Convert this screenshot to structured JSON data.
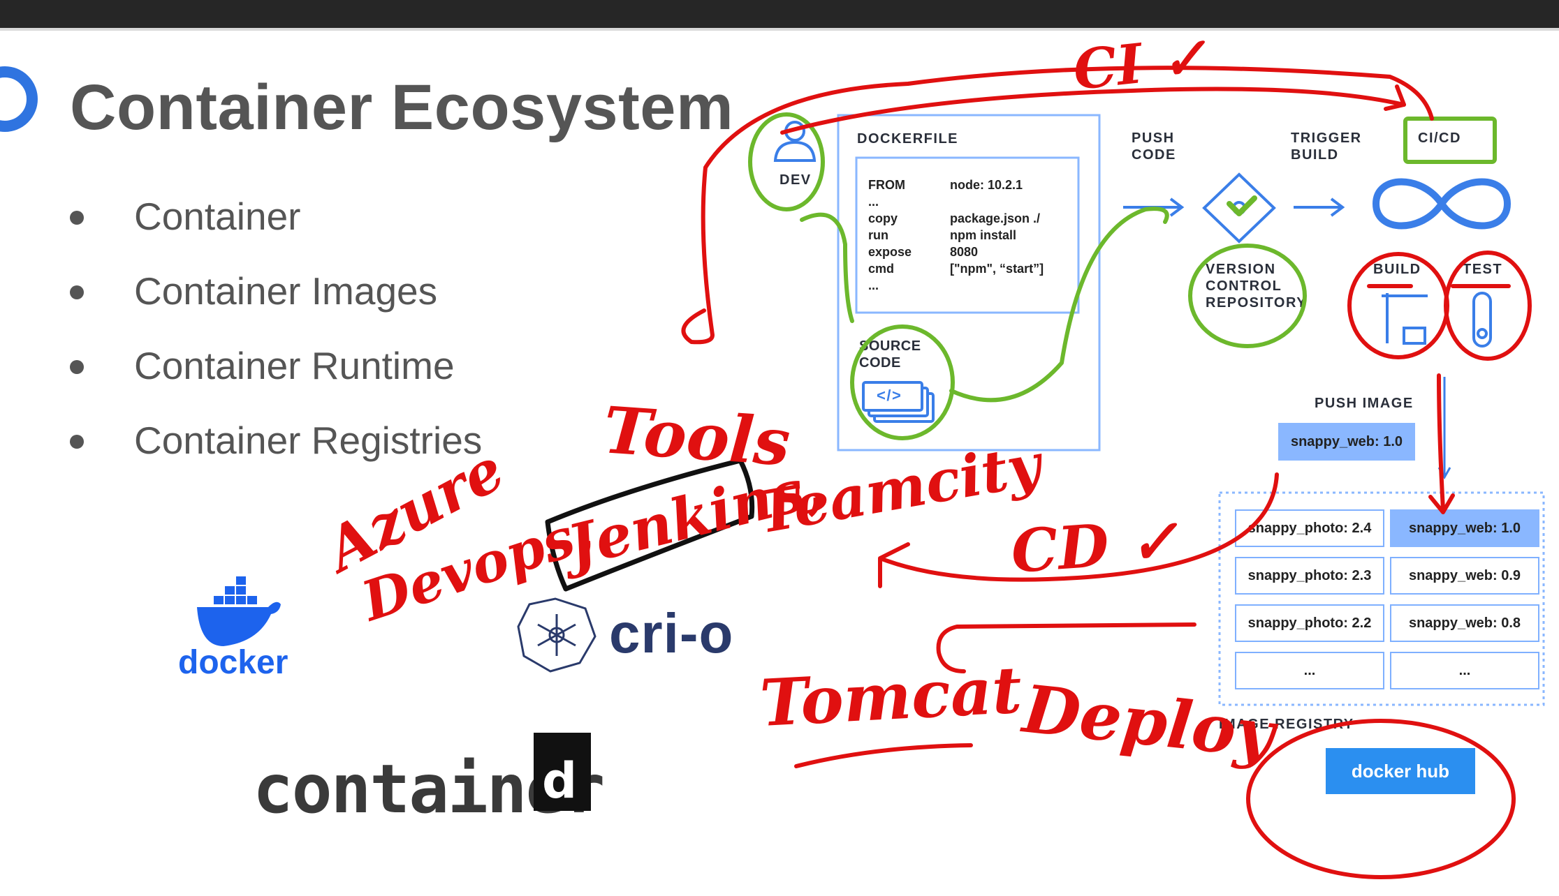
{
  "slide": {
    "title": "Container Ecosystem",
    "bullets": [
      "Container",
      "Container Images",
      "Container Runtime",
      "Container Registries"
    ]
  },
  "logos": {
    "docker": "docker",
    "crio": "cri-o",
    "containerd_main": "container",
    "containerd_box": "d"
  },
  "diagram": {
    "dev": "DEV",
    "dockerfile_title": "DOCKERFILE",
    "dockerfile_left": [
      "FROM",
      "...",
      "copy",
      "run",
      "expose",
      "cmd",
      "..."
    ],
    "dockerfile_right": [
      "node: 10.2.1",
      "",
      "package.json ./",
      "npm install",
      "8080",
      "[\"npm\", “start”]"
    ],
    "source_code": [
      "SOURCE",
      "CODE"
    ],
    "code_icon": "</>",
    "push_code": [
      "PUSH",
      "CODE"
    ],
    "trigger_build": [
      "TRIGGER",
      "BUILD"
    ],
    "cicd": "CI/CD",
    "vcs": [
      "VERSION",
      "CONTROL",
      "REPOSITORY"
    ],
    "build": "BUILD",
    "test": "TEST",
    "push_image": "PUSH IMAGE",
    "pushed_tag": "snappy_web: 1.0",
    "registry_tags": [
      [
        "snappy_photo: 2.4",
        "snappy_web: 1.0"
      ],
      [
        "snappy_photo: 2.3",
        "snappy_web: 0.9"
      ],
      [
        "snappy_photo: 2.2",
        "snappy_web: 0.8"
      ],
      [
        "...",
        "..."
      ]
    ],
    "image_registry": "IMAGE REGISTRY",
    "dockerhub": "docker hub"
  },
  "handwriting": {
    "ci": "CI ✓",
    "cd": "CD ✓",
    "tools": "Tools",
    "azure": "Azure",
    "devops": "Devops,",
    "jenkins": "Jenkins,",
    "teamcity": "Teamcity",
    "tomcat": "Tomcat",
    "deploy": "Deploy"
  },
  "colors": {
    "ink_red": "#e01010",
    "ink_green": "#6cb82c",
    "accent_blue": "#2f74e0",
    "box_blue": "#8ab7ff"
  }
}
